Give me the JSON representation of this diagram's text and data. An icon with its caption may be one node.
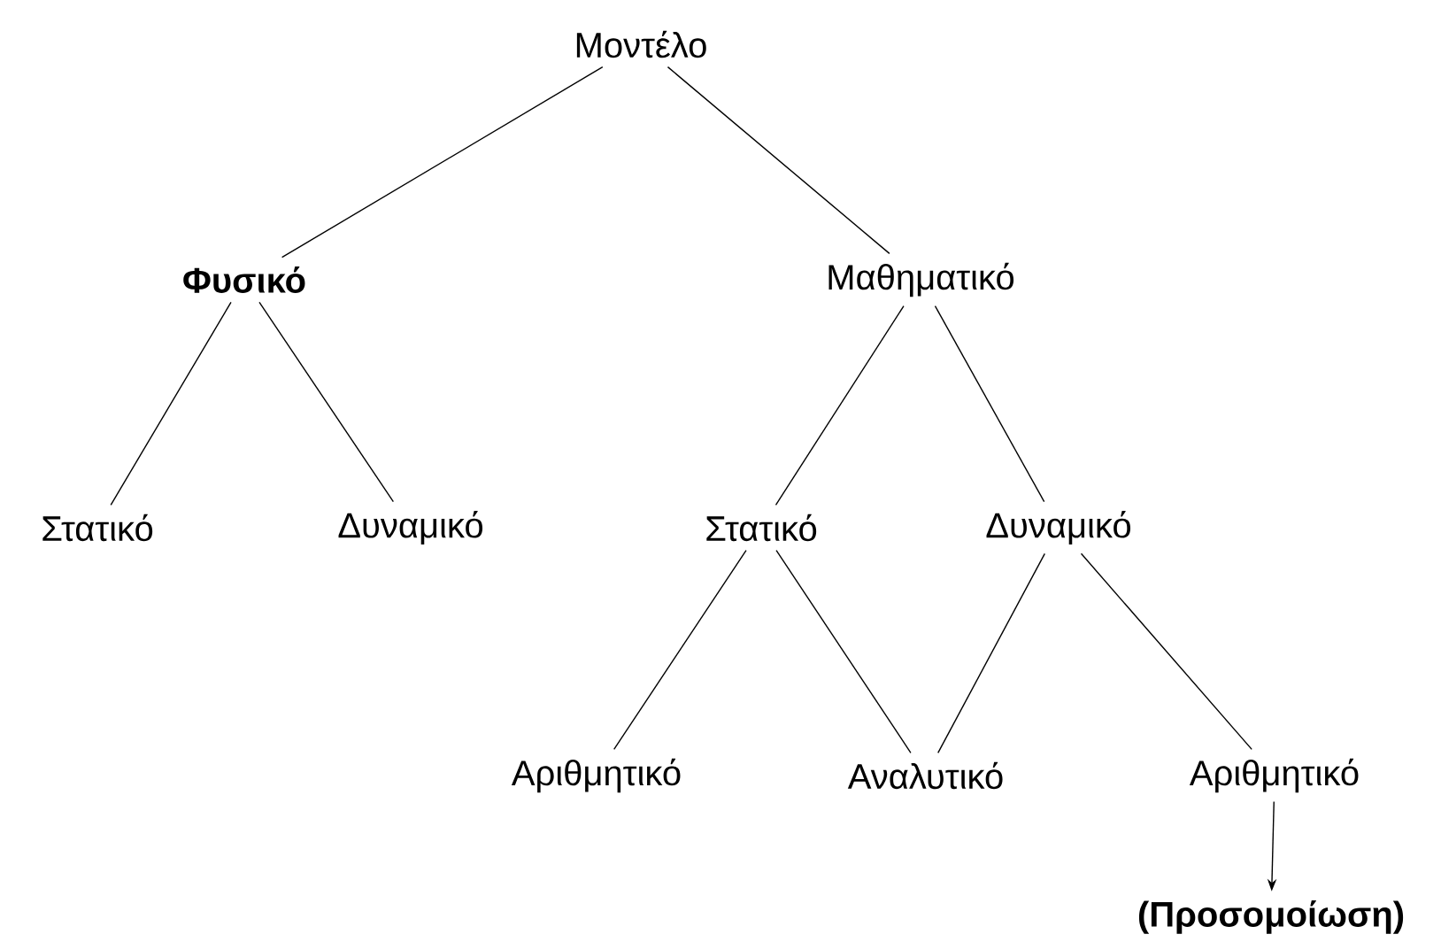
{
  "diagram": {
    "nodes": [
      {
        "text": [
          "Μοντέλο"
        ]
      },
      {
        "text": [
          "**Φυσικό**"
        ]
      },
      {
        "text": [
          "Μαθηματικό"
        ]
      },
      {
        "text": [
          "Στατικό"
        ]
      },
      {
        "text": [
          "Δυναμικό"
        ]
      },
      {
        "text": [
          "Στατικό"
        ]
      },
      {
        "text": [
          "Δυναμικό"
        ]
      },
      {
        "text": [
          "Αριθμητικό"
        ]
      },
      {
        "text": [
          "Αναλυτικό"
        ]
      },
      {
        "text": [
          "Αριθμητικό"
        ]
      },
      {
        "text": [
          "**(Προσομοίωση)**"
        ]
      }
    ],
    "edges": [
      {
        "from": 0,
        "to": 1,
        "arrow": "none"
      },
      {
        "from": 0,
        "to": 2,
        "arrow": "none"
      },
      {
        "from": 1,
        "to": 3,
        "arrow": "none"
      },
      {
        "from": 1,
        "to": 4,
        "arrow": "none"
      },
      {
        "from": 2,
        "to": 5,
        "arrow": "none"
      },
      {
        "from": 2,
        "to": 6,
        "arrow": "none"
      },
      {
        "from": 5,
        "to": 7,
        "arrow": "none"
      },
      {
        "from": 5,
        "to": 8,
        "arrow": "none"
      },
      {
        "from": 6,
        "to": 8,
        "arrow": "none"
      },
      {
        "from": 6,
        "to": 9,
        "arrow": "none"
      },
      {
        "from": 9,
        "to": 10,
        "arrow": "to"
      }
    ]
  }
}
